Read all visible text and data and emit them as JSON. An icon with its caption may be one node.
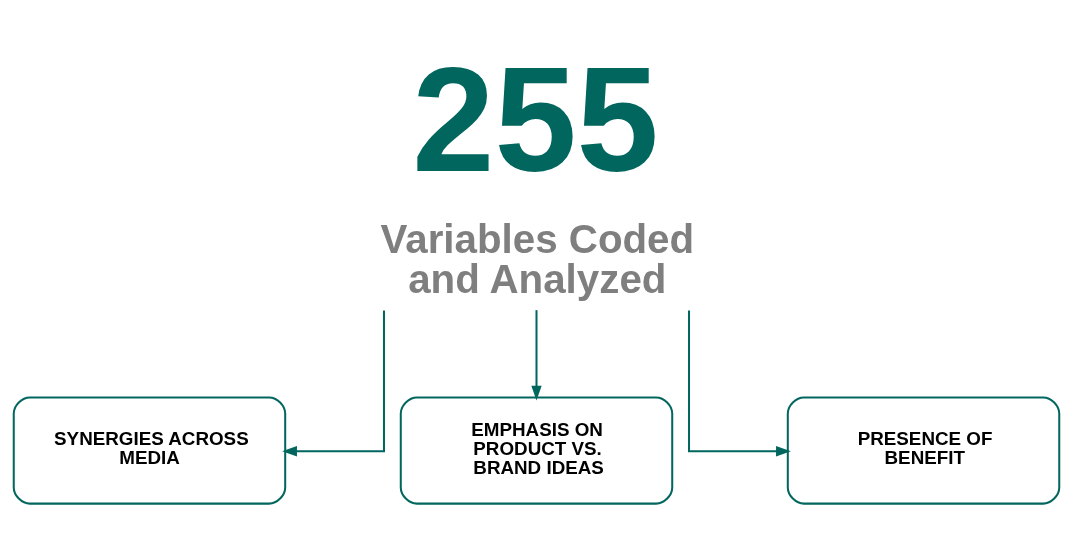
{
  "diagram": {
    "nodes": [
      {
        "text": [
          "255",
          "Variables Coded and Analyzed"
        ]
      },
      {
        "text": [
          "SYNERGIES ACROSS MEDIA"
        ]
      },
      {
        "text": [
          "EMPHASIS ON PRODUCT VS. BRAND IDEAS"
        ]
      },
      {
        "text": [
          "PRESENCE OF BENEFIT"
        ]
      }
    ],
    "edges": [
      {
        "from": 0,
        "to": 1,
        "arrow": "to"
      },
      {
        "from": 0,
        "to": 2,
        "arrow": "to"
      },
      {
        "from": 0,
        "to": 3,
        "arrow": "to"
      }
    ]
  }
}
